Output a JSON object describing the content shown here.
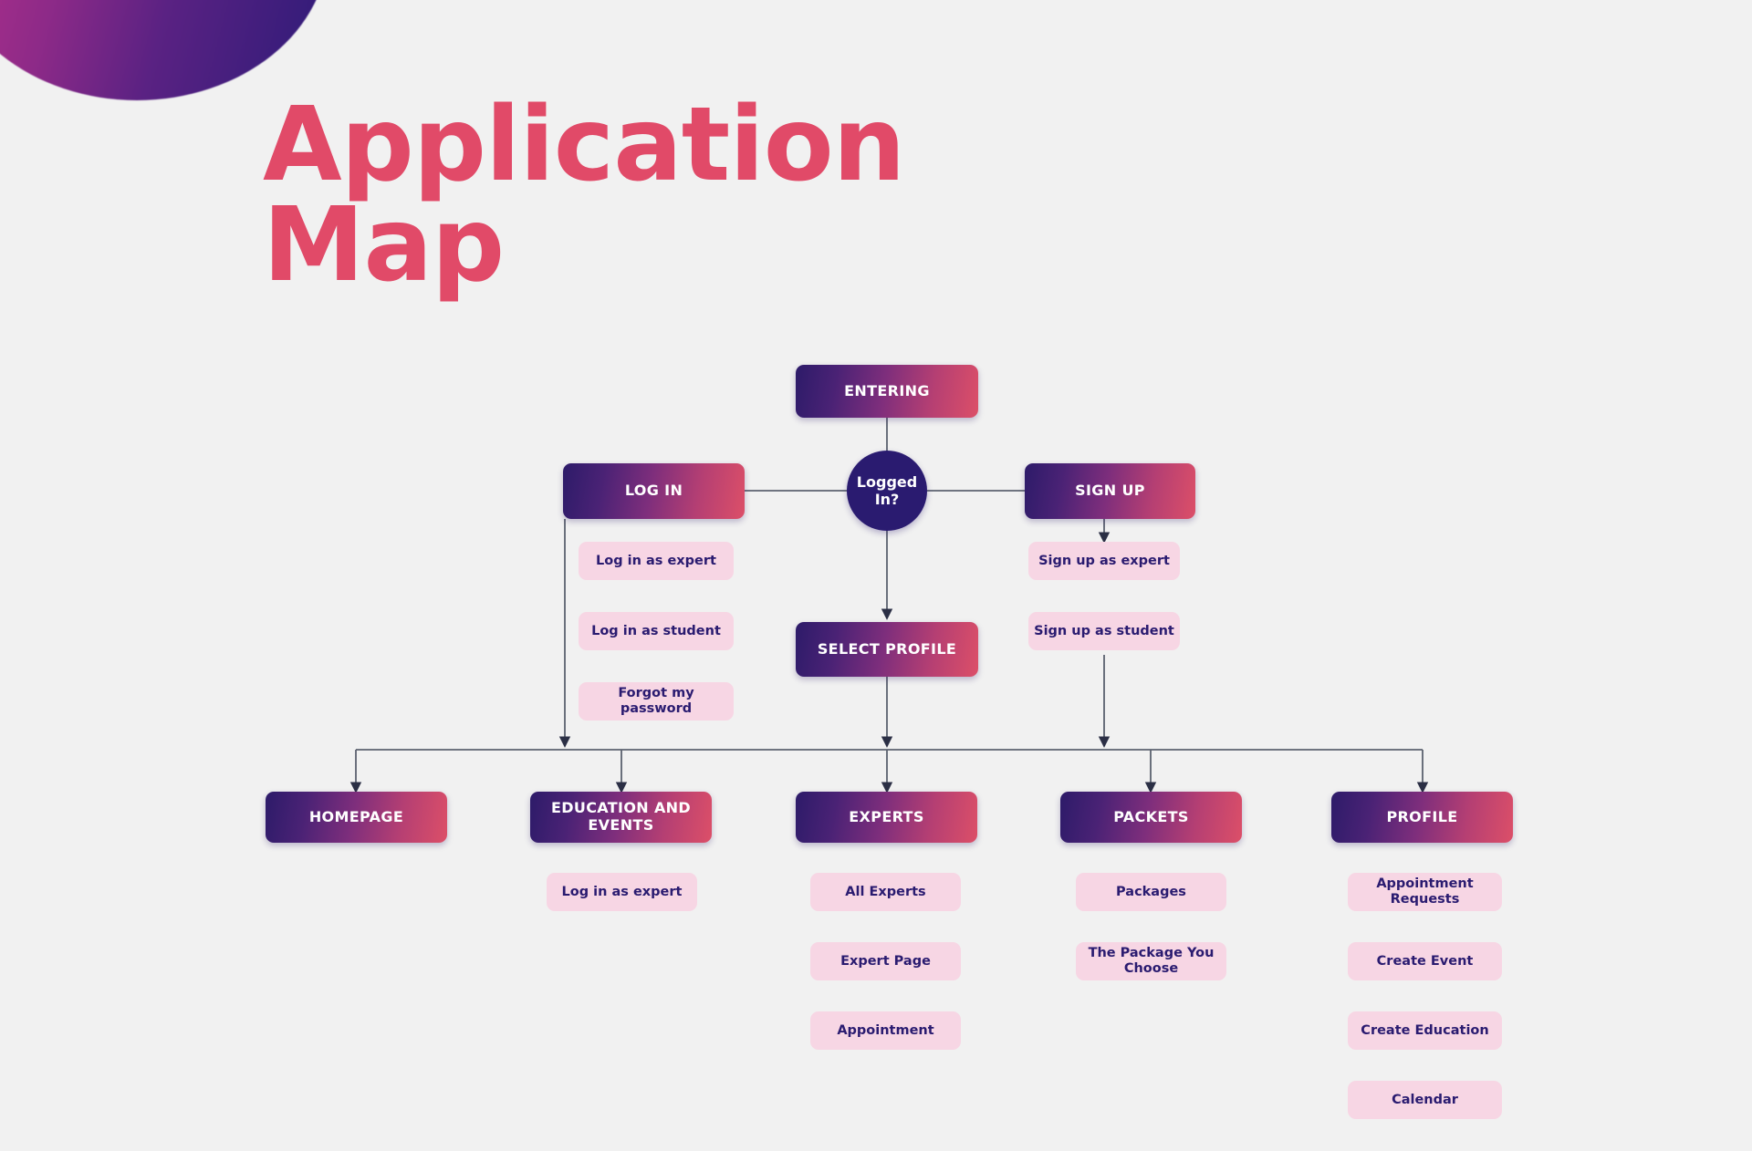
{
  "page": {
    "title": "Application\nMap",
    "background_color": "#f1f1f1",
    "title_color": "#e14a68",
    "node_gradient_from": "#2d1b69",
    "node_gradient_to": "#dc4f68",
    "chip_background": "#f7d6e4",
    "chip_text_color": "#2a1b70",
    "decision_color": "#2a1b70",
    "connector_color": "#5c6270"
  },
  "decor": {
    "blob_name": "gradient-circle-decoration"
  },
  "flow": {
    "entering": {
      "label": "ENTERING"
    },
    "decision": {
      "label": "Logged In?"
    },
    "login": {
      "label": "LOG IN",
      "items": [
        {
          "label": "Log in as expert"
        },
        {
          "label": "Log in as student"
        },
        {
          "label": "Forgot my password"
        }
      ]
    },
    "signup": {
      "label": "SIGN UP",
      "items": [
        {
          "label": "Sign up as expert"
        },
        {
          "label": "Sign up as student"
        }
      ]
    },
    "select_profile": {
      "label": "SELECT PROFILE"
    },
    "sections": [
      {
        "label": "HOMEPAGE",
        "items": []
      },
      {
        "label": "EDUCATION AND EVENTS",
        "items": [
          {
            "label": "Log in as expert"
          }
        ]
      },
      {
        "label": "EXPERTS",
        "items": [
          {
            "label": "All Experts"
          },
          {
            "label": "Expert Page"
          },
          {
            "label": "Appointment"
          }
        ]
      },
      {
        "label": "PACKETS",
        "items": [
          {
            "label": "Packages"
          },
          {
            "label": "The Package You Choose"
          }
        ]
      },
      {
        "label": "PROFILE",
        "items": [
          {
            "label": "Appointment Requests"
          },
          {
            "label": "Create Event"
          },
          {
            "label": "Create Education"
          },
          {
            "label": "Calendar"
          }
        ]
      }
    ]
  }
}
